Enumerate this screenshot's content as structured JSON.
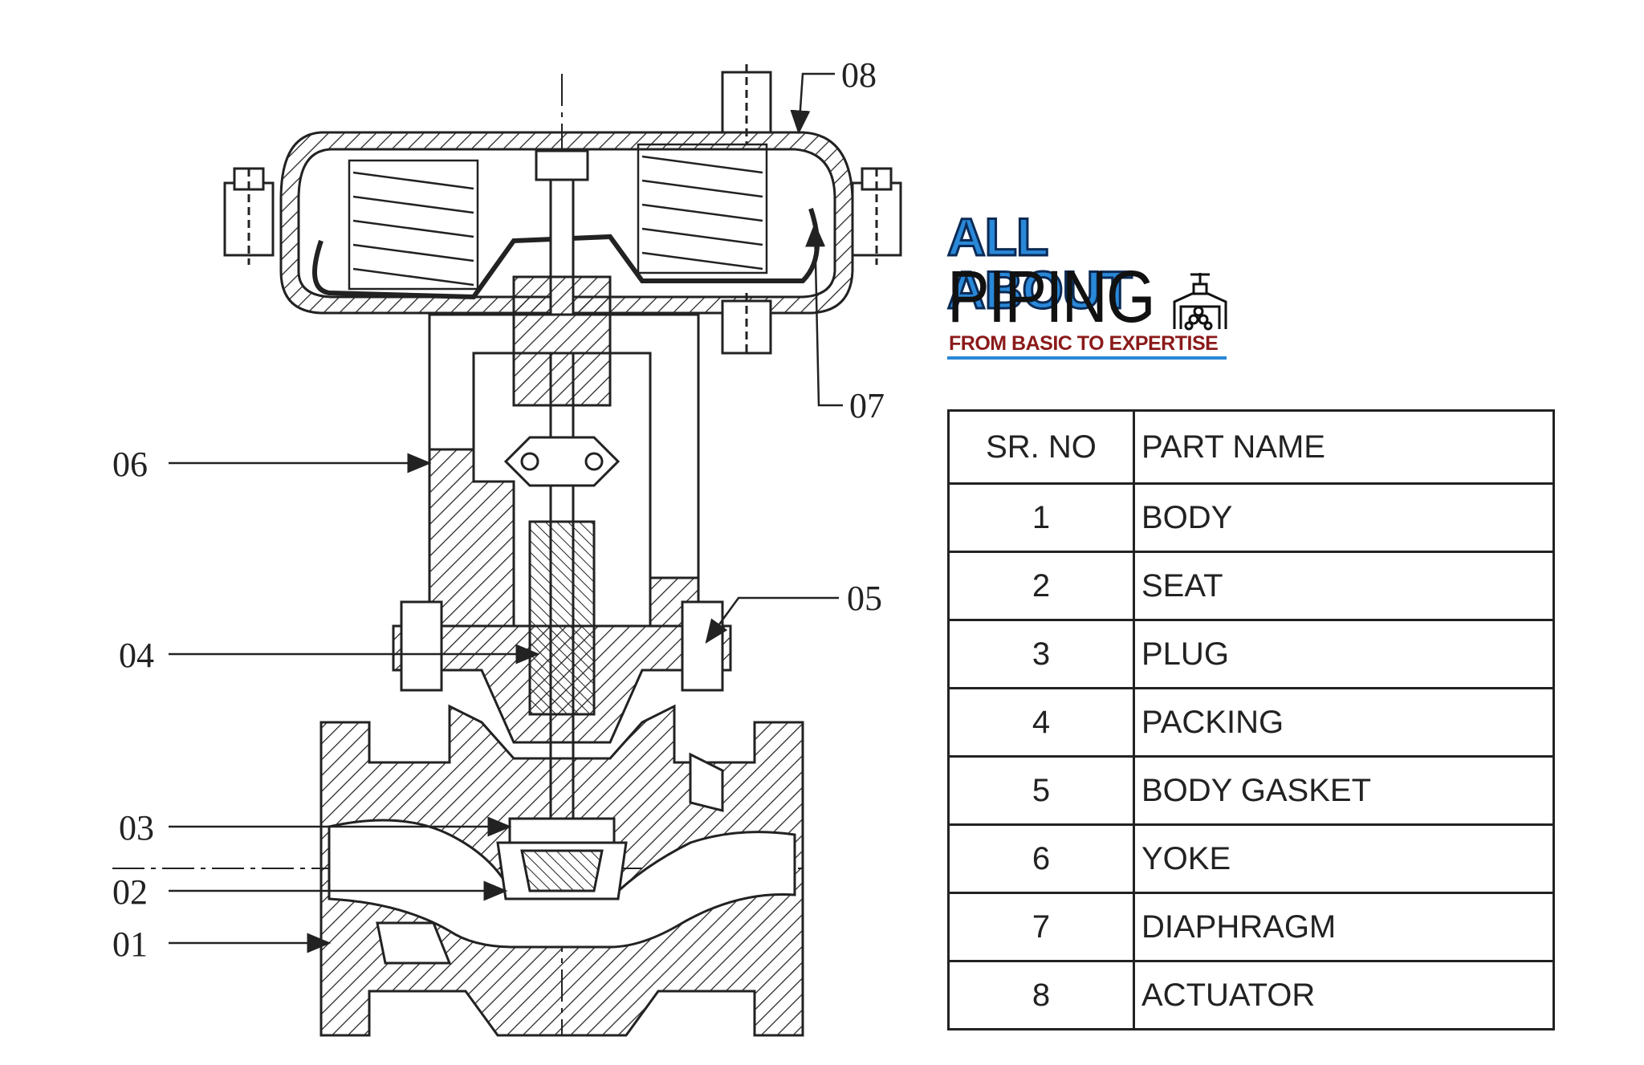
{
  "logo": {
    "line1": "ALL ABOUT",
    "line2": "PIPING",
    "tagline": "FROM BASIC TO EXPERTISE",
    "icon": "valve-pipe-icon",
    "colors": {
      "primary": "#2a88d8",
      "outline": "#0b2a55",
      "tagline": "#8b1a1a"
    }
  },
  "callouts": [
    {
      "label": "08"
    },
    {
      "label": "07"
    },
    {
      "label": "06"
    },
    {
      "label": "05"
    },
    {
      "label": "04"
    },
    {
      "label": "03"
    },
    {
      "label": "02"
    },
    {
      "label": "01"
    }
  ],
  "table": {
    "headers": {
      "no": "SR. NO",
      "name": "PART NAME"
    },
    "rows": [
      {
        "no": "1",
        "name": "BODY"
      },
      {
        "no": "2",
        "name": "SEAT"
      },
      {
        "no": "3",
        "name": "PLUG"
      },
      {
        "no": "4",
        "name": "PACKING"
      },
      {
        "no": "5",
        "name": "BODY GASKET"
      },
      {
        "no": "6",
        "name": "YOKE"
      },
      {
        "no": "7",
        "name": "DIAPHRAGM"
      },
      {
        "no": "8",
        "name": "ACTUATOR"
      }
    ]
  }
}
